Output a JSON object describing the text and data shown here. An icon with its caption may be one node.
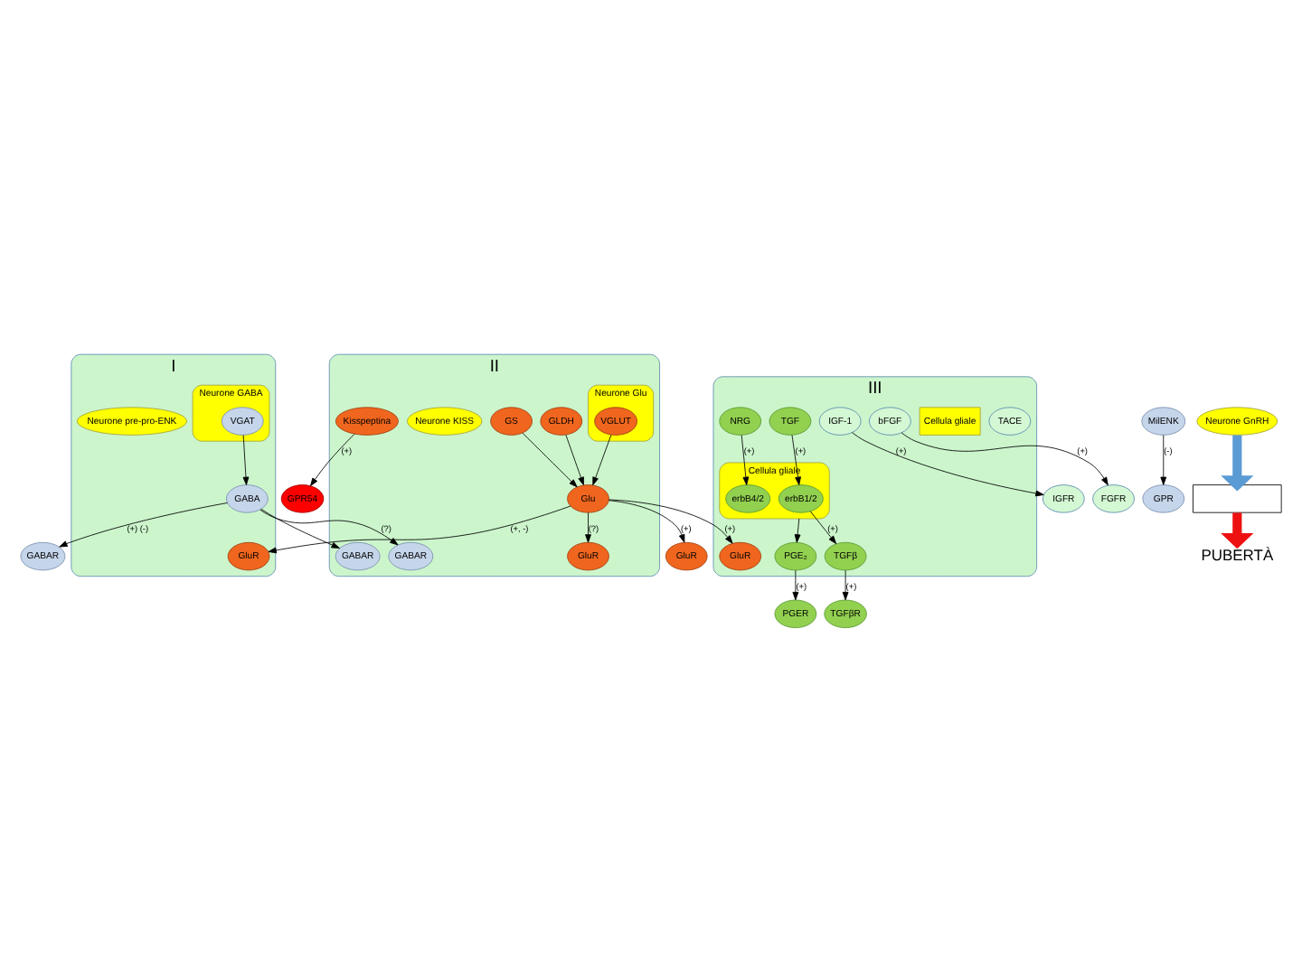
{
  "diagram": {
    "nodes": [
      {
        "text": [
          "I"
        ]
      },
      {
        "text": [
          "GluR"
        ],
        "in": 0
      },
      {
        "text": [
          "Neurone GABA"
        ],
        "in": 0
      },
      {
        "text": [
          "VGAT"
        ],
        "in": 2
      },
      {
        "text": [
          "GABA"
        ],
        "in": 0
      },
      {
        "text": [
          "Neurone pre-pro-ENK"
        ],
        "in": 0
      },
      {
        "text": [
          "MilENK"
        ]
      },
      {
        "text": [
          "II"
        ]
      },
      {
        "text": [
          "GABAR"
        ],
        "in": 7
      },
      {
        "text": [
          "Neurone Glu"
        ],
        "in": 7
      },
      {
        "text": [
          "GLDH"
        ],
        "in": 7
      },
      {
        "text": [
          "VGLUT"
        ],
        "in": 9
      },
      {
        "text": [
          "GS"
        ],
        "in": 7
      },
      {
        "text": [
          "GluR"
        ],
        "in": 7
      },
      {
        "text": [
          "Neurone KISS"
        ],
        "in": 7
      },
      {
        "text": [
          "GABAR"
        ],
        "in": 7
      },
      {
        "text": [
          "Glu"
        ],
        "in": 7
      },
      {
        "text": [
          "Kisspeptina"
        ],
        "in": 7
      },
      {
        "text": [
          "III"
        ]
      },
      {
        "text": [
          "GluR"
        ],
        "in": 18
      },
      {
        "text": [
          "TACE"
        ],
        "in": 18
      },
      {
        "text": [
          "Cellula gliale"
        ],
        "in": 18
      },
      {
        "text": [
          "TGF"
        ],
        "in": 18
      },
      {
        "text": [
          "NRG"
        ],
        "in": 18
      },
      {
        "text": [
          "Cellula gliale"
        ],
        "in": 18
      },
      {
        "text": [
          "erbB1/2"
        ],
        "in": 24
      },
      {
        "text": [
          "erbB4/2"
        ],
        "in": 24
      },
      {
        "text": [
          "IGF-1"
        ],
        "in": 18
      },
      {
        "text": [
          "bFGF"
        ],
        "in": 18
      },
      {
        "text": [
          "PGE₂"
        ],
        "in": 18
      },
      {
        "text": [
          "TGFβ"
        ],
        "in": 18
      },
      {
        "text": [
          "Neurone GnRH"
        ]
      },
      {
        "text": [
          "GPR54"
        ]
      },
      {
        "text": [
          "GluR"
        ]
      },
      {
        "text": [
          "IGFR"
        ]
      },
      {
        "text": [
          "FGFR"
        ]
      },
      {
        "text": [
          "GABAR"
        ]
      },
      {
        "text": [
          "GPR"
        ]
      },
      {
        "text": [
          "PGER"
        ]
      },
      {
        "text": [
          "TGFβR"
        ]
      },
      {
        "text": [],
        "shape": "box"
      },
      {
        "text": [
          "PUBERTÀ"
        ]
      }
    ],
    "edges": [
      {
        "from": 16,
        "to": 1,
        "arrow": "to",
        "label": "(+, -)"
      },
      {
        "from": 3,
        "to": 4,
        "arrow": "to"
      },
      {
        "from": 4,
        "to": 8,
        "arrow": "to"
      },
      {
        "from": 4,
        "to": 15,
        "arrow": "to",
        "label": "(?)"
      },
      {
        "from": 4,
        "to": 36,
        "arrow": "to",
        "label": "(+) (-)"
      },
      {
        "from": 6,
        "to": 37,
        "arrow": "to",
        "label": "(-)"
      },
      {
        "from": 10,
        "to": 16,
        "arrow": "to"
      },
      {
        "from": 11,
        "to": 16,
        "arrow": "to"
      },
      {
        "from": 12,
        "to": 16,
        "arrow": "to"
      },
      {
        "from": 16,
        "to": 13,
        "arrow": "to",
        "label": "(?)"
      },
      {
        "from": 16,
        "to": 19,
        "arrow": "to",
        "label": "(+)"
      },
      {
        "from": 16,
        "to": 33,
        "arrow": "to",
        "label": "(+)"
      },
      {
        "from": 17,
        "to": 32,
        "arrow": "to",
        "label": "(+)"
      },
      {
        "from": 22,
        "to": 25,
        "arrow": "to",
        "label": "(+)"
      },
      {
        "from": 23,
        "to": 26,
        "arrow": "to",
        "label": "(+)"
      },
      {
        "from": 24,
        "to": 29,
        "arrow": "to"
      },
      {
        "from": 25,
        "to": 30,
        "arrow": "to",
        "label": "(+)"
      },
      {
        "from": 27,
        "to": 34,
        "arrow": "to",
        "label": "(+)"
      },
      {
        "from": 28,
        "to": 35,
        "arrow": "to",
        "label": "(+)"
      },
      {
        "from": 29,
        "to": 38,
        "arrow": "to",
        "label": "(+)"
      },
      {
        "from": 30,
        "to": 39,
        "arrow": "to",
        "label": "(+)"
      },
      {
        "from": 31,
        "to": 40,
        "arrow": "to",
        "style": "thick",
        "color": "#5b9bd5"
      },
      {
        "from": 40,
        "to": 41,
        "arrow": "to",
        "style": "thick",
        "color": "#ee1111"
      }
    ]
  }
}
